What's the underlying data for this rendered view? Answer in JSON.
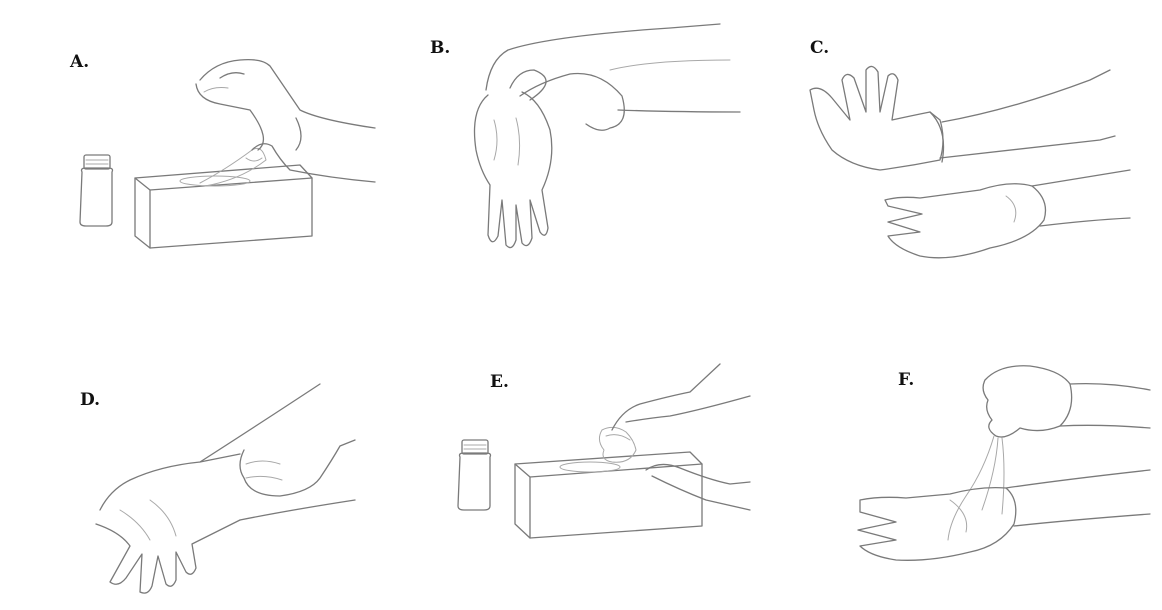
{
  "steps": [
    {
      "label": "A."
    },
    {
      "label": "B."
    },
    {
      "label": "C."
    },
    {
      "label": "D."
    },
    {
      "label": "E."
    },
    {
      "label": "F."
    }
  ],
  "colors": {
    "line": "#7a7a7a",
    "background": "#ffffff",
    "label": "#111111"
  }
}
